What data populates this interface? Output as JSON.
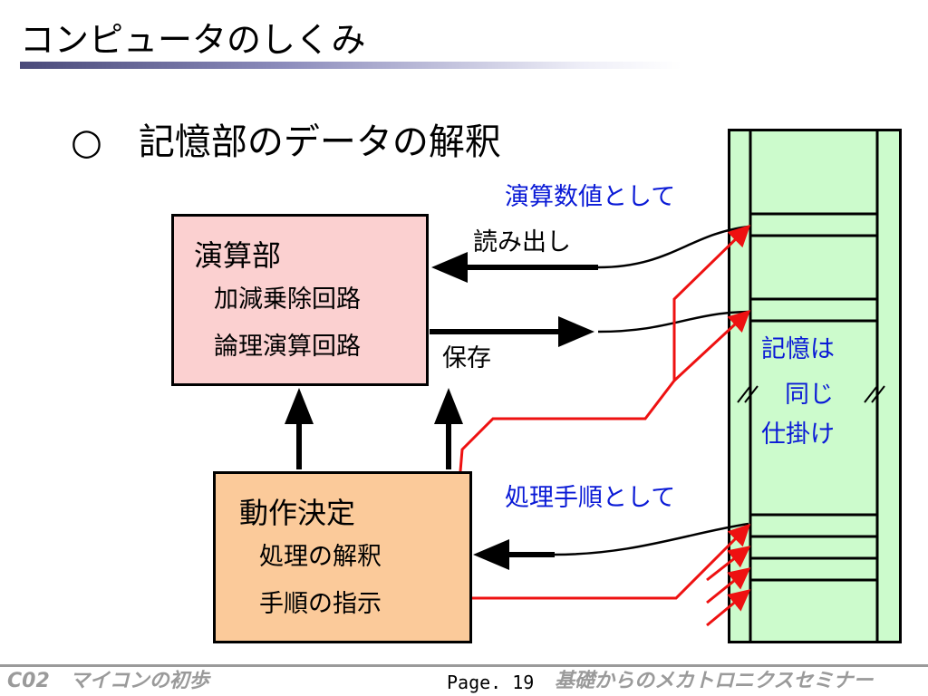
{
  "slide": {
    "title": "コンピュータのしくみ",
    "subtitle": "○　記憶部のデータの解釈"
  },
  "alu": {
    "title": "演算部",
    "lines": [
      "加減乗除回路",
      "論理演算回路"
    ]
  },
  "control": {
    "title": "動作決定",
    "lines": [
      "処理の解釈",
      "手順の指示"
    ]
  },
  "labels": {
    "read": "読み出し",
    "store": "保存",
    "as_operand": "演算数値として",
    "as_procedure": "処理手順として"
  },
  "memory": {
    "note_lines": [
      "記憶は",
      "同じ",
      "仕掛け"
    ]
  },
  "footer": {
    "left": "C02　マイコンの初歩",
    "page": "Page. 19",
    "right": "基礎からのメカトロニクスセミナー"
  },
  "colors": {
    "alu_fill": "#fbd0d0",
    "control_fill": "#fbca9a",
    "memory_fill": "#ccfbcc",
    "accent_blue": "#0a1ad6",
    "accent_red": "#ee1111"
  }
}
